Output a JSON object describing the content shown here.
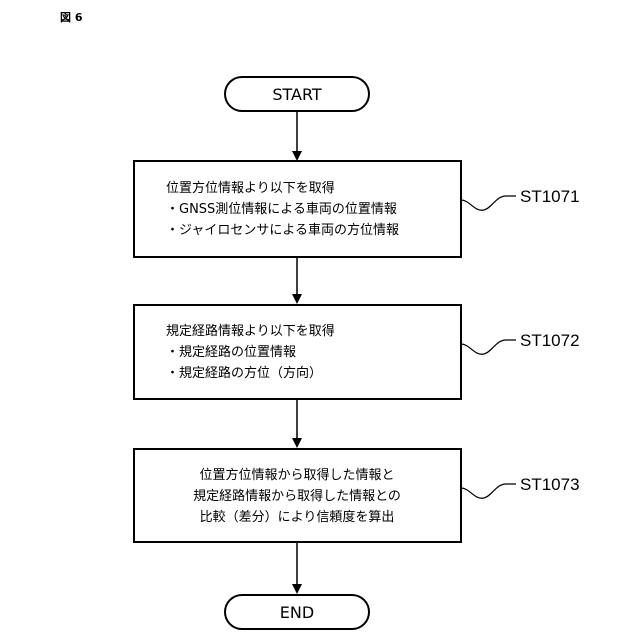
{
  "figure_label": "図 6",
  "start_label": "START",
  "end_label": "END",
  "steps": [
    {
      "id": "ST1071",
      "lines": [
        "位置方位情報より以下を取得",
        "・GNSS測位情報による車両の位置情報",
        "・ジャイロセンサによる車両の方位情報"
      ]
    },
    {
      "id": "ST1072",
      "lines": [
        "規定経路情報より以下を取得",
        "・規定経路の位置情報",
        "・規定経路の方位（方向）"
      ]
    },
    {
      "id": "ST1073",
      "lines": [
        "位置方位情報から取得した情報と",
        "規定経路情報から取得した情報との",
        "比較（差分）により信頼度を算出"
      ]
    }
  ]
}
